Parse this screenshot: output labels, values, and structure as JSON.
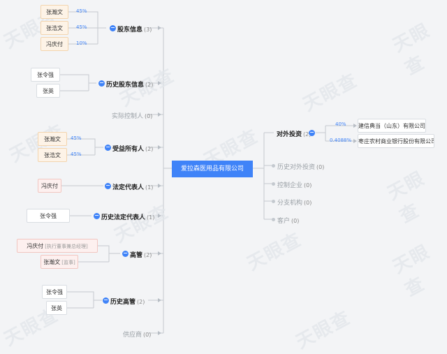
{
  "watermark": "天眼查",
  "center": {
    "label": "爱拉森医用品有限公司"
  },
  "left_groups": {
    "shareholders": {
      "label": "股东信息",
      "count": "(3)",
      "people": [
        {
          "name": "张瀚文",
          "pct": "45%"
        },
        {
          "name": "张浩文",
          "pct": "45%"
        },
        {
          "name": "冯庆付",
          "pct": "10%"
        }
      ]
    },
    "history_shareholders": {
      "label": "历史股东信息",
      "count": "(2)",
      "people": [
        {
          "name": "张令强"
        },
        {
          "name": "张英"
        }
      ]
    },
    "controller": {
      "label": "实际控制人",
      "count": "(0)"
    },
    "beneficiaries": {
      "label": "受益所有人",
      "count": "(2)",
      "people": [
        {
          "name": "张瀚文",
          "pct": "45%"
        },
        {
          "name": "张浩文",
          "pct": "45%"
        }
      ]
    },
    "legal_rep": {
      "label": "法定代表人",
      "count": "(1)",
      "people": [
        {
          "name": "冯庆付"
        }
      ]
    },
    "history_legal_rep": {
      "label": "历史法定代表人",
      "count": "(1)",
      "people": [
        {
          "name": "张令强"
        }
      ]
    },
    "executives": {
      "label": "高管",
      "count": "(2)",
      "people": [
        {
          "name": "冯庆付",
          "role": "[执行董事兼总经理]"
        },
        {
          "name": "张瀚文",
          "role": "[监事]"
        }
      ]
    },
    "history_executives": {
      "label": "历史高管",
      "count": "(2)",
      "people": [
        {
          "name": "张令强"
        },
        {
          "name": "张英"
        }
      ]
    },
    "suppliers": {
      "label": "供应商",
      "count": "(0)"
    }
  },
  "right_groups": {
    "investments": {
      "label": "对外投资",
      "count": "(2)",
      "companies": [
        {
          "name": "建信典当（山东）有限公司",
          "pct": "40%"
        },
        {
          "name": "枣庄农村商业银行股份有限公司",
          "pct": "0.4088%"
        }
      ]
    },
    "history_investments": {
      "label": "历史对外投资",
      "count": "(0)"
    },
    "controlled": {
      "label": "控制企业",
      "count": "(0)"
    },
    "branches": {
      "label": "分支机构",
      "count": "(0)"
    },
    "customers": {
      "label": "客户",
      "count": "(0)"
    }
  },
  "colors": {
    "accent": "#3f83f8",
    "line": "#c4c9cf",
    "orange_fill": "#fdf3e7",
    "pink_fill": "#fdf0ef"
  },
  "icons": {
    "collapse": "minus-circle-icon",
    "arrow": "arrow-right-icon"
  }
}
